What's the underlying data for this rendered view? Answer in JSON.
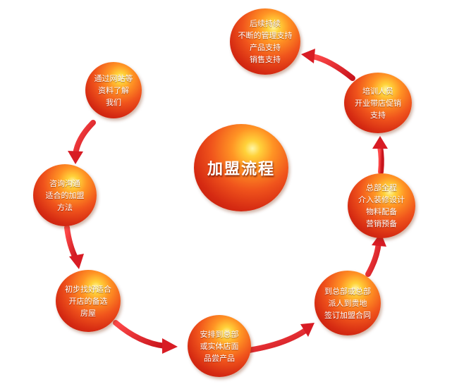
{
  "center": {
    "title": "加盟流程"
  },
  "steps": [
    {
      "text": "通过网站等\n资料了解\n我们"
    },
    {
      "text": "咨询沟通\n适合的加盟\n方法"
    },
    {
      "text": "初步找好适合\n开店的备选\n房屋"
    },
    {
      "text": "安排到总部\n或实体店面\n品尝产品"
    },
    {
      "text": "到总部或总部\n派人到贵地\n签订加盟合同"
    },
    {
      "text": "总部全程\n介入装修设计\n物料配备\n营销预备"
    },
    {
      "text": "培训人员\n开业带店促销\n支持"
    },
    {
      "text": "后续持续\n不断的管理支持\n产品支持\n销售支持"
    }
  ],
  "colors": {
    "arrow": "#e8222b",
    "arrow_dark": "#b3141c",
    "ball_core": "#f0541c",
    "highlight": "#ffd23a"
  }
}
